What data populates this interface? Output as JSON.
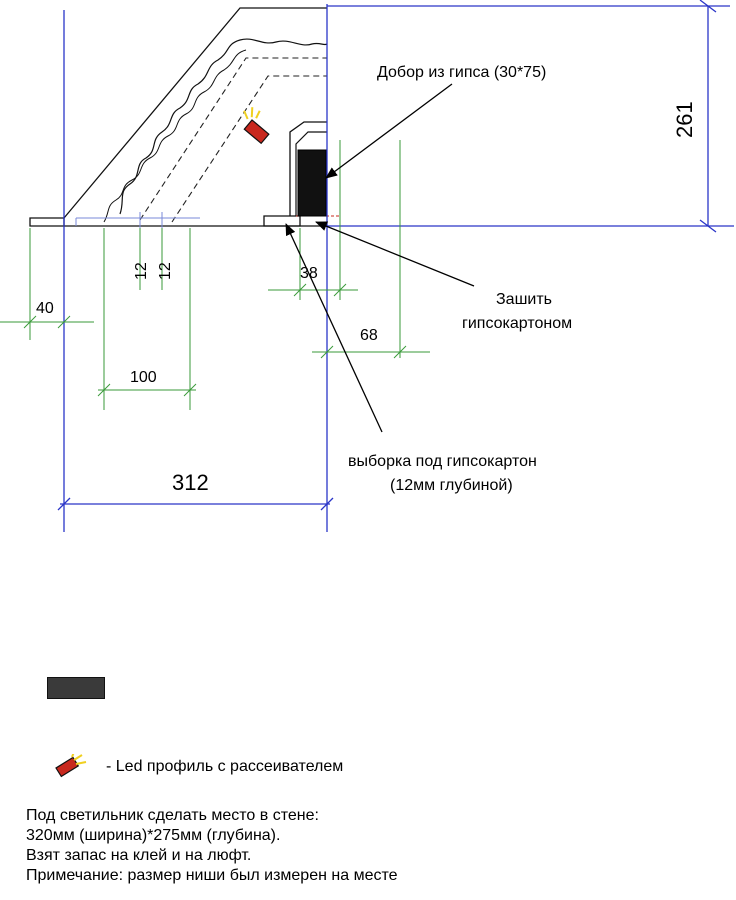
{
  "dimensions": {
    "height_261": "261",
    "width_312": "312",
    "width_100": "100",
    "offset_40": "40",
    "gap_12_a": "12",
    "gap_12_b": "12",
    "width_38": "38",
    "width_68": "68"
  },
  "callouts": {
    "gypsum_trim": "Добор из гипса (30*75)",
    "drywall_line1": "Зашить",
    "drywall_line2": "гипсокартоном",
    "groove_line1": "выборка под гипсокартон",
    "groove_line2": "(12мм глубиной)"
  },
  "legend": {
    "swatch_icon": "dark-rectangle-icon",
    "led_icon": "led-profile-icon",
    "led_text": "- Led профиль с рассеивателем"
  },
  "note": {
    "line1": "Под светильник сделать место в стене:",
    "line2": "320мм (ширина)*275мм (глубина).",
    "line3": "Взят запас на клей и на люфт.",
    "line4": "Примечание: размер ниши был измерен на месте"
  },
  "colors": {
    "dimension_blue": "#2a35c8",
    "extension_green": "#3a9a3a",
    "dashed_blue": "#7a8ad8",
    "profile_black": "#111111",
    "led_red": "#c8281e",
    "led_glow": "#f0d020"
  }
}
